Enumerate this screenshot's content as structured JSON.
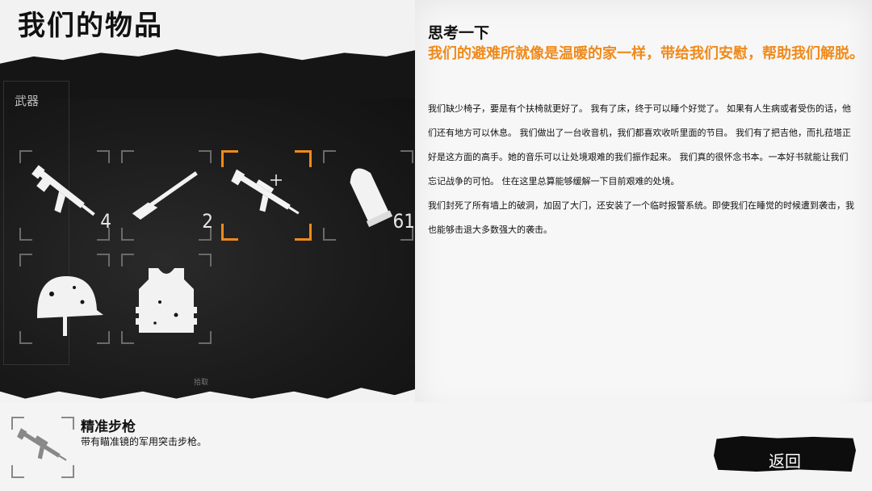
{
  "header": {
    "title": "我们的物品"
  },
  "inventory": {
    "category": "武器",
    "slots": [
      {
        "icon": "assault-rifle-icon",
        "count": "4"
      },
      {
        "icon": "hunting-rifle-icon",
        "count": "2"
      },
      {
        "icon": "scoped-rifle-icon",
        "count": ""
      },
      {
        "icon": "ammo-bullet-icon",
        "count": "61"
      },
      {
        "icon": "helmet-icon",
        "count": ""
      },
      {
        "icon": "body-armor-icon",
        "count": ""
      }
    ],
    "bottom_note": "拾取"
  },
  "note": {
    "heading": "思考一下",
    "subheading": "我们的避难所就像是温暖的家一样，带给我们安慰，帮助我们解脱。",
    "paragraphs": [
      "我们缺少椅子，要是有个扶椅就更好了。 我有了床，终于可以睡个好觉了。 如果有人生病或者受伤的话，他们还有地方可以休息。 我们做出了一台收音机，我们都喜欢收听里面的节目。 我们有了把吉他，而扎菈塔正好是这方面的高手。她的音乐可以让处境艰难的我们振作起来。 我们真的很怀念书本。一本好书就能让我们忘记战争的可怕。 住在这里总算能够缓解一下目前艰难的处境。",
      "我们封死了所有墙上的破洞，加固了大门，还安装了一个临时报警系统。即使我们在睡觉的时候遭到袭击，我也能够击退大多数强大的袭击。"
    ]
  },
  "selected_item": {
    "name": "精准步枪",
    "description": "带有瞄准镜的军用突击步枪。",
    "icon": "scoped-rifle-icon"
  },
  "buttons": {
    "back_label": "返回"
  },
  "colors": {
    "accent": "#f08a1a",
    "board": "#151515",
    "paper": "#f7f7f7"
  }
}
